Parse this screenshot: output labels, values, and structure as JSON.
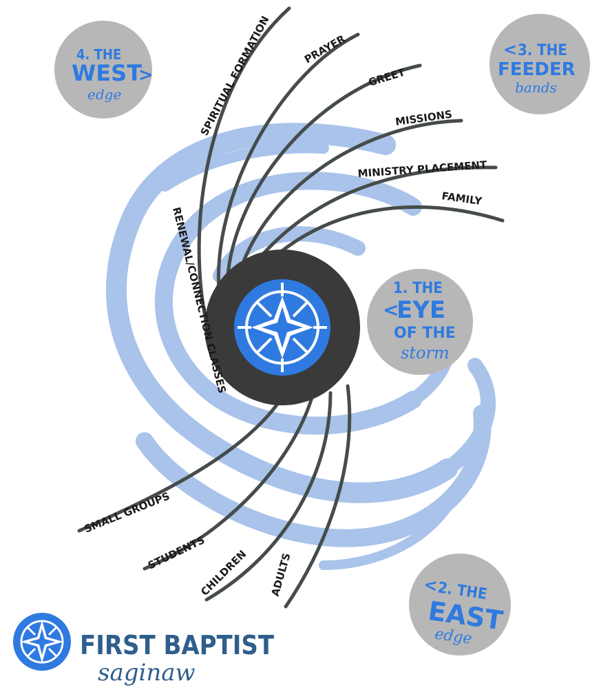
{
  "diagram": {
    "ministries_top": [
      "SPIRITUAL FORMATION",
      "PRAYER",
      "GREET",
      "MISSIONS",
      "MINISTRY PLACEMENT",
      "FAMILY"
    ],
    "ministry_vertical": "RENEWAL/CONNECTION CLASSES",
    "ministries_bottom": [
      "SMALL GROUPS",
      "STUDENTS",
      "CHILDREN",
      "ADULTS"
    ],
    "zones": [
      {
        "id": "eye",
        "line1": "1. THE",
        "line2": "EYE",
        "line3": "OF THE",
        "script": "storm",
        "arrow": "<"
      },
      {
        "id": "east",
        "line1": "2. THE",
        "line2": "EAST",
        "script": "edge",
        "arrow": "<"
      },
      {
        "id": "feeder",
        "line1": "3. THE",
        "line2": "FEEDER",
        "script": "bands",
        "arrow": "<"
      },
      {
        "id": "west",
        "line1": "4. THE",
        "line2": "WEST",
        "script": "edge",
        "arrow": ">"
      }
    ],
    "brand": {
      "name": "FIRST BAPTIST",
      "script": "saginaw"
    },
    "colors": {
      "swirl": "#a9c3ea",
      "line": "#454c4b",
      "eye": "#3a3a3a",
      "accent": "#2f7ae0",
      "circle": "#b7b7b7",
      "brand": "#2f5e8c"
    }
  }
}
